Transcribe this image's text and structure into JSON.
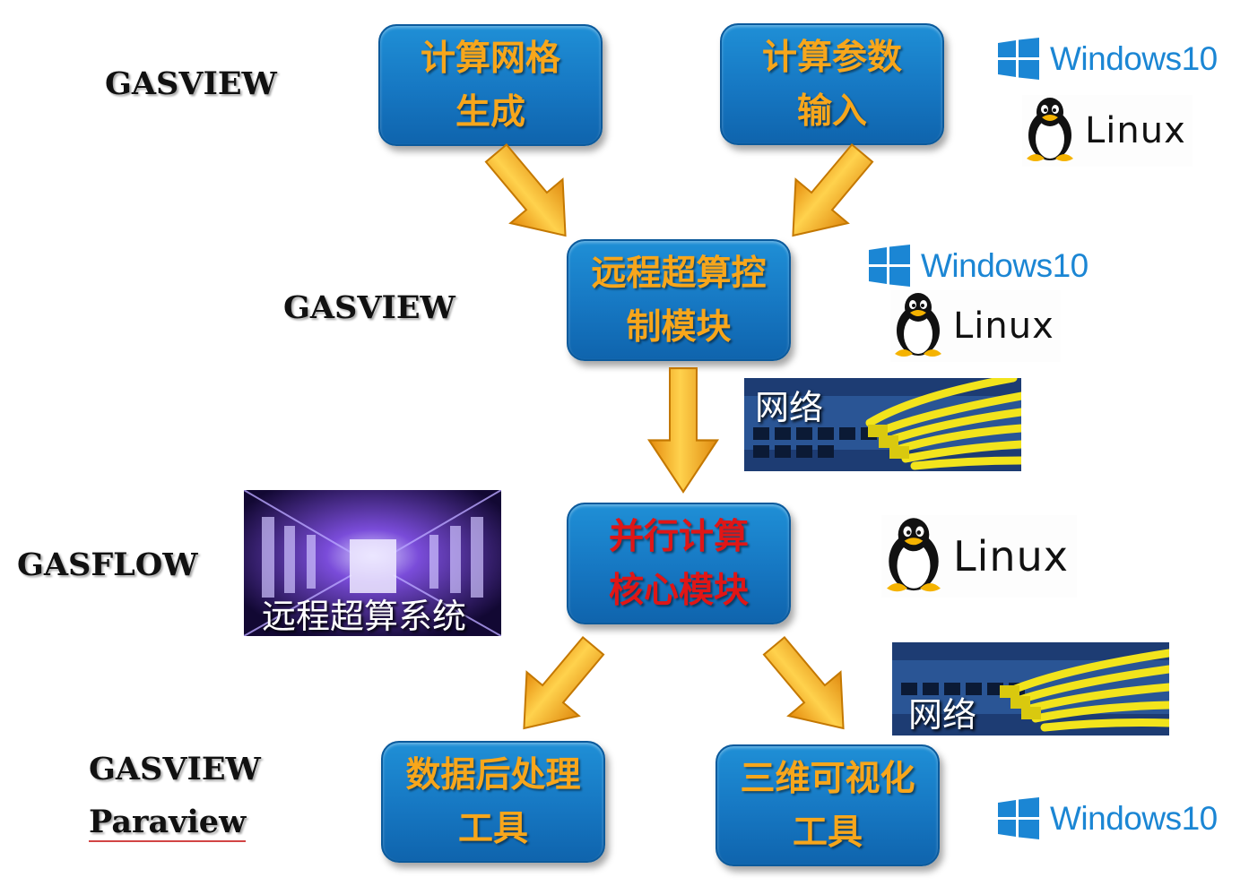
{
  "labels": {
    "gasview_1": "GASVIEW",
    "gasview_2": "GASVIEW",
    "gasflow": "GASFLOW",
    "gasview_3": "GASVIEW",
    "paraview": "Paraview"
  },
  "boxes": {
    "mesh": [
      "计算网格",
      "生成"
    ],
    "params": [
      "计算参数",
      "输入"
    ],
    "remote": [
      "远程超算控",
      "制模块"
    ],
    "parallel": [
      "并行计算",
      "核心模块"
    ],
    "postproc": [
      "数据后处理",
      "工具"
    ],
    "vis": [
      "三维可视化",
      "工具"
    ]
  },
  "os": {
    "windows": "Windows10",
    "linux": "Linux"
  },
  "photos": {
    "network": "网络",
    "supercomputer": "远程超算系统"
  },
  "colors": {
    "box_blue": "#1677c2",
    "box_text_orange": "#f7a61b",
    "box_text_red": "#e01616",
    "arrow_orange": "#f5a623",
    "windows_blue": "#1b86d4"
  }
}
